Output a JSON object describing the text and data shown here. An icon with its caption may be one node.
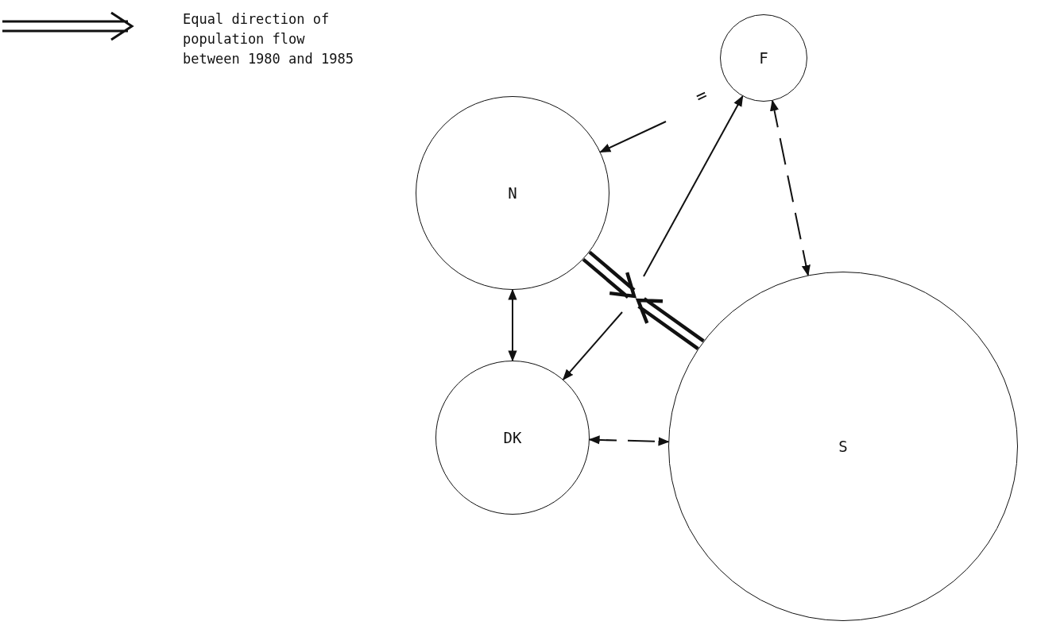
{
  "diagram": {
    "nodes": [
      {
        "text": [
          "N"
        ]
      },
      {
        "text": [
          "F"
        ]
      },
      {
        "text": [
          "DK"
        ]
      },
      {
        "text": [
          "S"
        ]
      }
    ],
    "edges": [
      {
        "from": 0,
        "to": null,
        "arrow": "to",
        "style": "thick"
      },
      {
        "from": 3,
        "to": null,
        "arrow": "to",
        "style": "thick"
      },
      {
        "from": null,
        "to": 1,
        "arrow": "to"
      },
      {
        "from": null,
        "to": 2,
        "arrow": "to"
      },
      {
        "from": null,
        "to": 0,
        "arrow": "to"
      },
      {
        "from": 0,
        "to": 2,
        "arrow": "both"
      },
      {
        "from": 2,
        "to": 3,
        "arrow": "both",
        "style": "dashed"
      },
      {
        "from": 1,
        "to": 3,
        "arrow": "both",
        "style": "dashed"
      }
    ],
    "labels": [
      "="
    ],
    "legend": [
      {
        "text": "Equal direction of population flow between 1980 and 1985"
      }
    ]
  }
}
